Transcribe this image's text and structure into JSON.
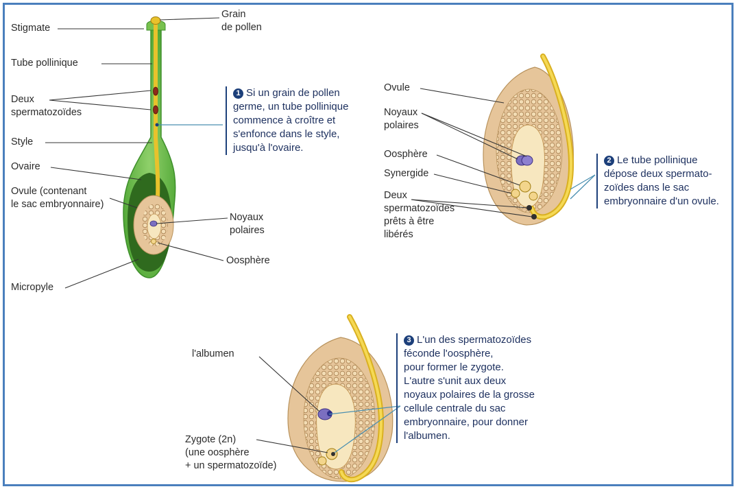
{
  "colors": {
    "frame": "#4a7fbd",
    "pistil": "#5bb33a",
    "pollen_tube": "#e8c22c",
    "ovule": "#e6c59a",
    "embryo_sac": "#f7e7bf",
    "polar_nuclei": "#7b6fc0",
    "step_text": "#1c2f5e"
  },
  "labels": {
    "stigmate": "Stigmate",
    "grain_line1": "Grain",
    "grain_line2": "de pollen",
    "tube_pollinique": "Tube pollinique",
    "deux_line1": "Deux",
    "deux_line2": "spermatozoïdes",
    "style": "Style",
    "ovaire": "Ovaire",
    "ovule_cont_line1": "Ovule (contenant",
    "ovule_cont_line2": "le sac embryonnaire)",
    "noyaux_line1": "Noyaux",
    "noyaux_line2": "polaires",
    "oosphere": "Oosphère",
    "micropyle": "Micropyle",
    "ovule": "Ovule",
    "noyaux2_line1": "Noyaux",
    "noyaux2_line2": "polaires",
    "oosphere2": "Oosphère",
    "synergide": "Synergide",
    "deux2_line1": "Deux",
    "deux2_line2": "spermatozoïdes",
    "deux2_line3": "prêts à être",
    "deux2_line4": "libérés",
    "albumen": "l'albumen",
    "zygote_line1": "Zygote (2n)",
    "zygote_line2": "(une oosphère",
    "zygote_line3": "+ un spermatozoïde)"
  },
  "steps": [
    {
      "number": "1",
      "lines": [
        "Si un grain de pollen",
        "germe, un tube pollinique",
        "commence à croître et",
        "s'enfonce dans le style,",
        "jusqu'à l'ovaire."
      ]
    },
    {
      "number": "2",
      "lines": [
        "Le tube pollinique",
        "dépose deux spermato-",
        "zoïdes dans le sac",
        "embryonnaire d'un ovule."
      ]
    },
    {
      "number": "3",
      "lines": [
        "L'un des spermatozoïdes",
        "féconde l'oosphère,",
        "pour former le zygote.",
        "L'autre s'unit aux deux",
        "noyaux polaires de la grosse",
        "cellule centrale du sac",
        "embryonnaire, pour donner",
        "l'albumen."
      ]
    }
  ]
}
